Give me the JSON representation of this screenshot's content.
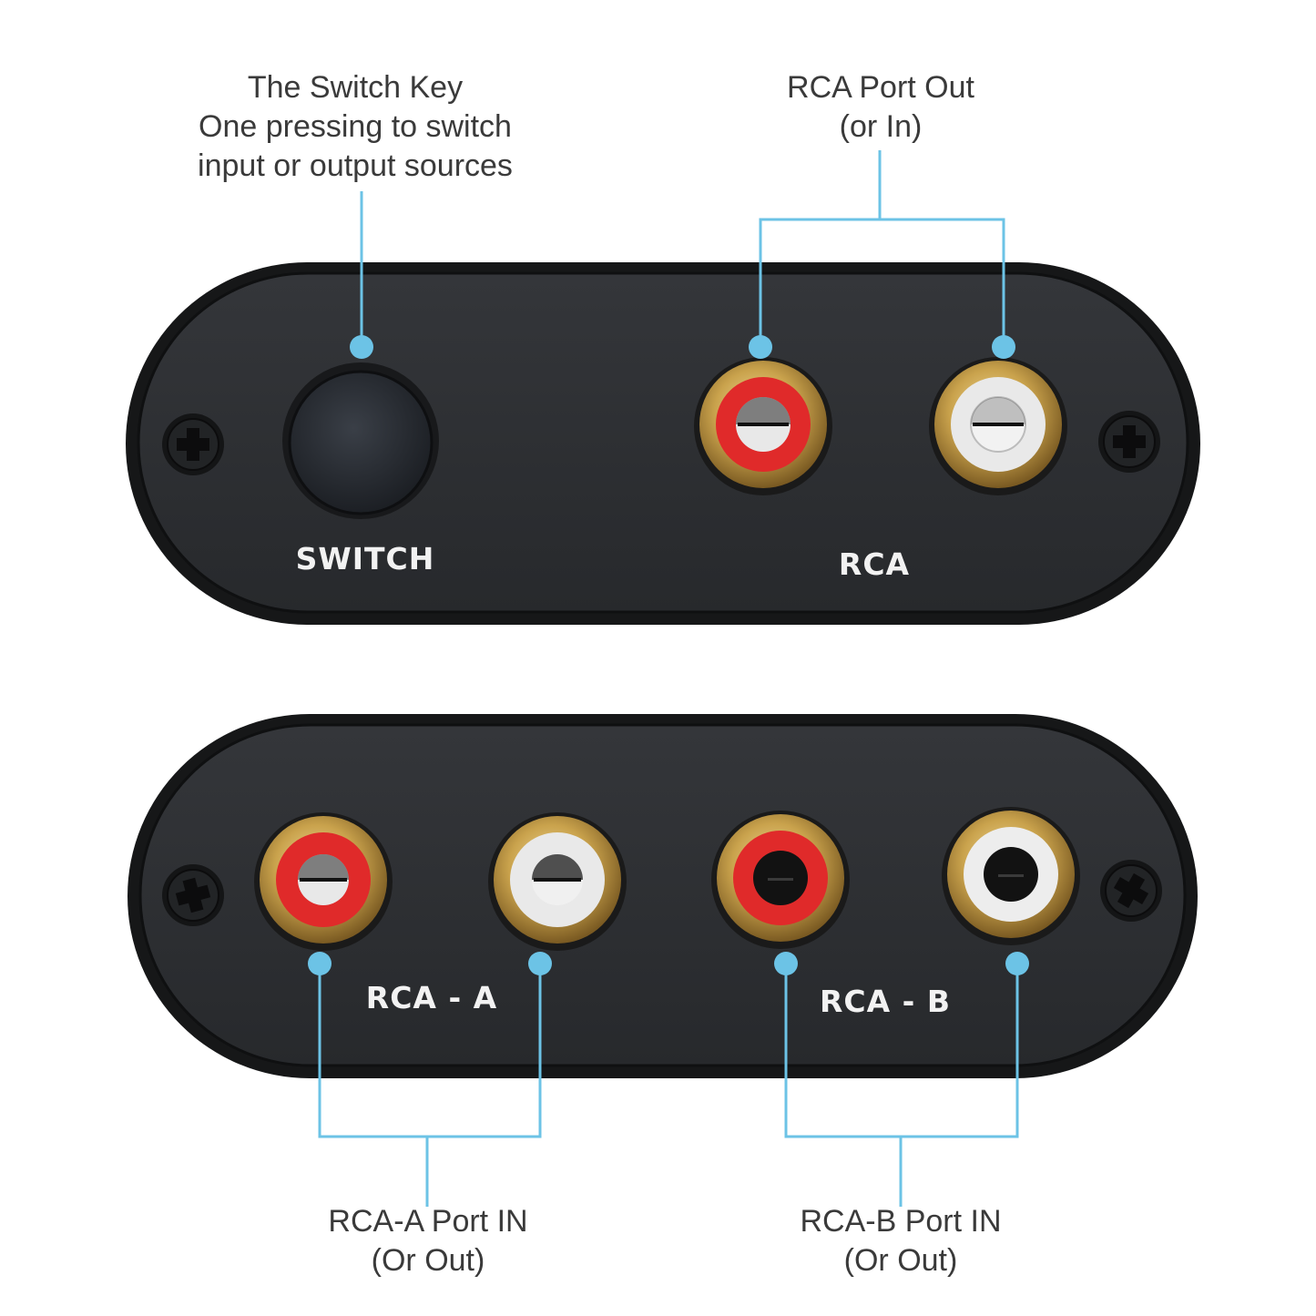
{
  "colors": {
    "background": "#ffffff",
    "leader_line": "#6cc3e6",
    "panel_body": "#2b2d30",
    "panel_edge": "#161718",
    "gold_ring": "#c9a24c",
    "red_insulator": "#e02a2a",
    "white_insulator": "#e9e9e9",
    "callout_text": "#3a3a3a",
    "panel_text": "#f2f2f2"
  },
  "callouts": {
    "switch_key": {
      "lines": [
        "The Switch Key",
        "One pressing to switch",
        "input or output sources"
      ]
    },
    "rca_out": {
      "lines": [
        "RCA Port Out",
        "(or In)"
      ]
    },
    "rca_a_in": {
      "lines": [
        "RCA-A Port IN",
        "(Or Out)"
      ]
    },
    "rca_b_in": {
      "lines": [
        "RCA-B Port IN",
        "(Or Out)"
      ]
    }
  },
  "top_panel": {
    "switch_label": "SWITCH",
    "rca_label": "RCA",
    "jacks": [
      {
        "color": "red"
      },
      {
        "color": "white"
      }
    ]
  },
  "bottom_panel": {
    "rca_a_label": "RCA - A",
    "rca_b_label": "RCA - B",
    "jacks": [
      {
        "group": "A",
        "color": "red"
      },
      {
        "group": "A",
        "color": "white"
      },
      {
        "group": "B",
        "color": "red"
      },
      {
        "group": "B",
        "color": "white"
      }
    ]
  }
}
